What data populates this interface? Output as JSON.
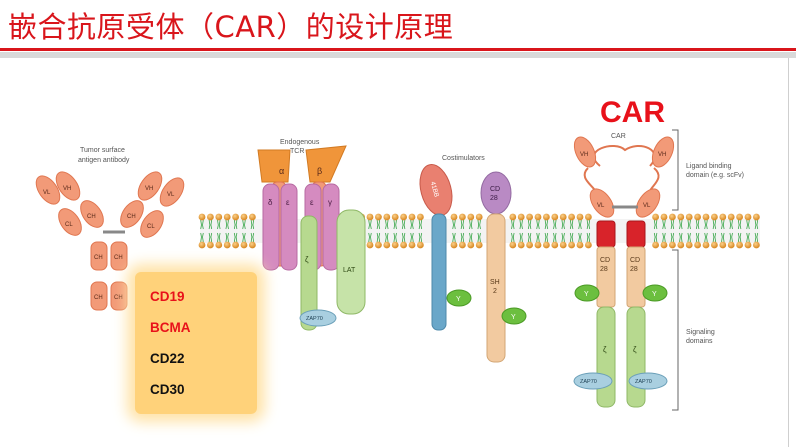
{
  "title": "嵌合抗原受体（CAR）的设计原理",
  "car_heading": "CAR",
  "colors": {
    "title_red": "#d9151b",
    "membrane_head": "#e8a13d",
    "membrane_tail": "#3aa64a",
    "chain_salmon": "#f29a78",
    "chain_pink": "#d58bc0",
    "chain_green": "#b7d98f",
    "chain_tan": "#f2caa0",
    "chain_blue": "#6aa7c9",
    "chain_purple": "#b98ac4",
    "hinge_red": "#d8232a",
    "zap70_blue": "#a9cfe0",
    "y_green": "#6cbf3f",
    "highlight": "#ffd27a"
  },
  "antibody": {
    "caption_line1": "Tumor surface",
    "caption_line2": "antigen antibody",
    "domain_vh": "VH",
    "domain_vl": "VL",
    "domain_ch": "CH",
    "domain_cl": "CL"
  },
  "tcr": {
    "caption_line1": "Endogenous",
    "caption_line2": "TCR",
    "alpha": "α",
    "beta": "β",
    "delta": "δ",
    "epsilon": "ε",
    "gamma": "γ",
    "zeta": "ζ",
    "lat": "LAT",
    "zap70": "ZAP70"
  },
  "costim": {
    "caption": "Costimulators",
    "cd41bb": "41BB",
    "cd28_line1": "CD",
    "cd28_line2": "28",
    "sh2_line1": "SH",
    "sh2_line2": "2",
    "y": "Y"
  },
  "car": {
    "caption": "CAR",
    "domain_vh": "VH",
    "domain_vl": "VL",
    "cd28_line1": "CD",
    "cd28_line2": "28",
    "zeta": "ζ",
    "zap70": "ZAP70",
    "y": "Y",
    "ligand_label_line1": "Ligand binding",
    "ligand_label_line2": "domain (e.g. scFv)",
    "signal_label_line1": "Signaling",
    "signal_label_line2": "domains"
  },
  "targets": [
    {
      "label": "CD19",
      "color": "#e8111a"
    },
    {
      "label": "BCMA",
      "color": "#e8111a"
    },
    {
      "label": "CD22",
      "color": "#111111"
    },
    {
      "label": "CD30",
      "color": "#111111"
    }
  ]
}
